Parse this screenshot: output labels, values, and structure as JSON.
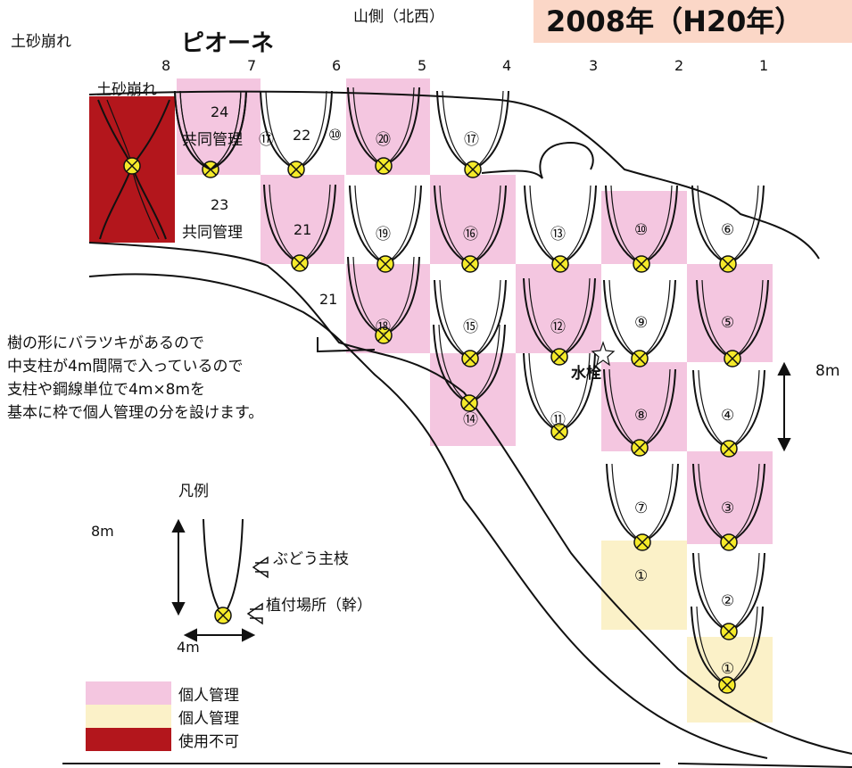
{
  "header": {
    "landslide_label": "土砂崩れ",
    "variety_title": "ピオーネ",
    "direction_label": "山側（北西）",
    "year_banner": "2008年（H20年）"
  },
  "column_numbers": [
    "8",
    "7",
    "6",
    "5",
    "4",
    "3",
    "2",
    "1"
  ],
  "landslide_block_label": "土砂崩れ",
  "shared_management": {
    "top_number": "24",
    "bottom_number": "23",
    "label": "共同管理"
  },
  "plots": [
    "⑰",
    "22",
    "⑩",
    "⑳",
    "⑰",
    "21",
    "⑲",
    "⑯",
    "⑬",
    "⑩",
    "⑥",
    "⑱",
    "⑮",
    "⑫",
    "⑨",
    "⑤",
    "⑭",
    "⑪",
    "⑧",
    "④",
    "⑦",
    "③",
    "①",
    "②",
    "①"
  ],
  "extra_label_21": "21",
  "water_tap_label": "水栓",
  "dimension_8m_right": "8m",
  "notes": [
    "樹の形にバラツキがあるので",
    "中支柱が4m間隔で入っているので",
    "支柱や鋼線単位で4m×8mを",
    "基本に枠で個人管理の分を設けます。"
  ],
  "legend": {
    "title": "凡例",
    "height_label": "8m",
    "width_label": "4m",
    "main_branch_label": "ぶどう主枝",
    "planting_label": "植付場所（幹）",
    "items": [
      {
        "label": "個人管理",
        "color": "#f4c6e0"
      },
      {
        "label": "個人管理",
        "color": "#fbf1c8"
      },
      {
        "label": "使用不可",
        "color": "#b3161c"
      }
    ]
  },
  "colors": {
    "pink": "#f4c6e0",
    "yellow": "#fbf1c8",
    "unusable": "#b3161c",
    "trunk": "#f5ea2a"
  }
}
